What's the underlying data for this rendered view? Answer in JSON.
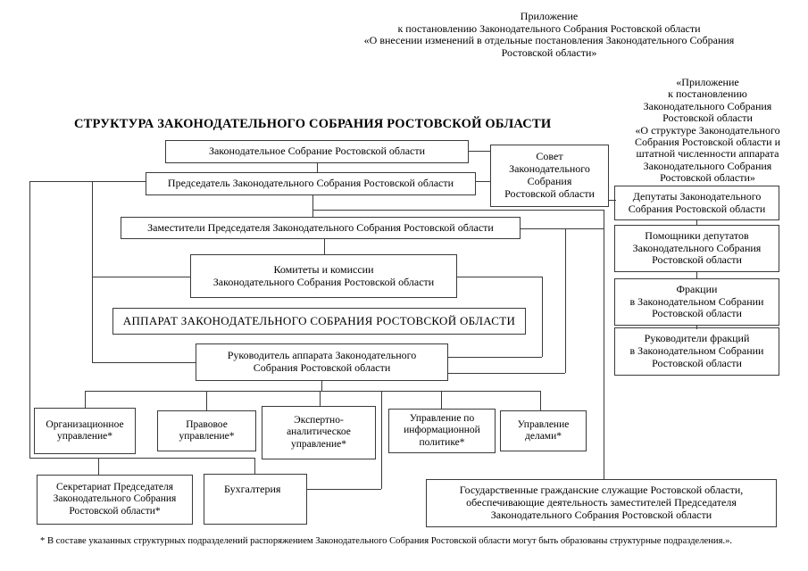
{
  "document": {
    "header": "Приложение\nк постановлению Законодательного Собрания Ростовской области\n«О внесении изменений в отдельные постановления Законодательного Собрания\nРостовской области»",
    "annotation": "«Приложение\nк постановлению\nЗаконодательного Собрания\nРостовской области\n«О структуре Законодательного\nСобрания Ростовской области и\nштатной численности аппарата\nЗаконодательного Собрания\nРостовской области»",
    "title": "СТРУКТУРА ЗАКОНОДАТЕЛЬНОГО СОБРАНИЯ РОСТОВСКОЙ ОБЛАСТИ",
    "footnote": "* В составе указанных структурных подразделений  распоряжением Законодательного Собрания Ростовской области могут быть образованы структурные подразделения.»."
  },
  "boxes": {
    "legislative_assembly": "Законодательное Собрание Ростовской области",
    "council": "Совет\nЗаконодательного\nСобрания\nРостовской области",
    "chairman": "Председатель Законодательного Собрания Ростовской области",
    "deputies_chairman": "Заместители Председателя Законодательного Собрания Ростовской области",
    "committees": "Комитеты и комиссии\nЗаконодательного Собрания Ростовской области",
    "apparatus": "АППАРАТ ЗАКОНОДАТЕЛЬНОГО СОБРАНИЯ РОСТОВСКОЙ ОБЛАСТИ",
    "apparatus_head": "Руководитель аппарата Законодательного\nСобрания Ростовской области",
    "org_department": "Организационное\nуправление*",
    "legal_department": "Правовое\nуправление*",
    "expert_department": "Экспертно-\nаналитическое\nуправление*",
    "info_department": "Управление по\nинформационной\nполитике*",
    "affairs_department": "Управление\nделами*",
    "secretariat": "Секретариат Председателя\nЗаконодательного Собрания\nРостовской области*",
    "accounting": "Бухгалтерия",
    "civil_servants": "Государственные гражданские служащие Ростовской области,\nобеспечивающие деятельность заместителей Председателя\nЗаконодательного Собрания Ростовской области",
    "deputies": "Депутаты Законодательного\nСобрания Ростовской области",
    "assistants": "Помощники депутатов\nЗаконодательного Собрания\nРостовской области",
    "fractions": "Фракции\nв Законодательном Собрании\nРостовской области",
    "fraction_heads": "Руководители фракций\nв Законодательном Собрании\nРостовской области"
  },
  "colors": {
    "line": "#3a3a3a",
    "background": "#ffffff",
    "text": "#000000"
  }
}
